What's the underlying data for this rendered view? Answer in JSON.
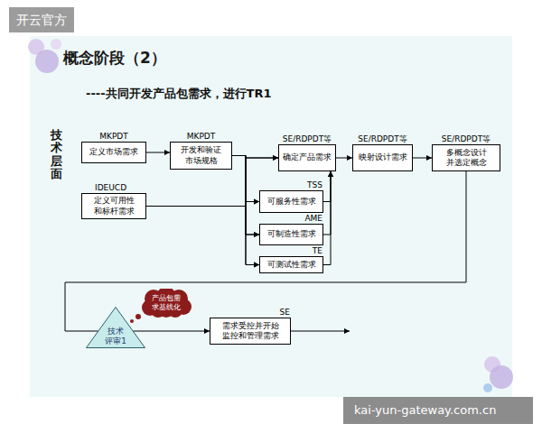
{
  "diagram": {
    "title": "概念阶段（2）",
    "nodes": [
      {
        "text": [
          "MKPDT",
          "定义市场需求"
        ]
      },
      {
        "text": [
          "MKPDT",
          "开发和验证 市场规格"
        ]
      },
      {
        "text": [
          "IDEUCD",
          "定义可用性 和标杆需求"
        ]
      },
      {
        "text": [
          "SE/RDPDT等",
          "确定产品需求"
        ]
      },
      {
        "text": [
          "TSS",
          "可服务性需求"
        ]
      },
      {
        "text": [
          "AME",
          "可制造性需求"
        ]
      },
      {
        "text": [
          "TE",
          "可测试性需求"
        ]
      },
      {
        "text": [
          "SE/RDPDT等",
          "映射设计需求"
        ]
      },
      {
        "text": [
          "SE/RDPDT等",
          "多概念设计 并选定概念"
        ]
      },
      {
        "text": [
          "技术 评审1"
        ]
      },
      {
        "text": [
          "产品包需 求基线化"
        ]
      },
      {
        "text": [
          "SE",
          "需求受控并开始 监控和管理需求"
        ]
      }
    ],
    "edges": [
      {
        "from": 0,
        "to": 1,
        "arrow": "to"
      },
      {
        "from": 1,
        "to": 3,
        "arrow": "to"
      },
      {
        "from": 1,
        "to": 4,
        "arrow": "to"
      },
      {
        "from": 1,
        "to": 5,
        "arrow": "to"
      },
      {
        "from": 1,
        "to": 6,
        "arrow": "to"
      },
      {
        "from": 2,
        "to": 3,
        "arrow": "to"
      },
      {
        "from": 2,
        "to": 4,
        "arrow": "to"
      },
      {
        "from": 2,
        "to": 5,
        "arrow": "to"
      },
      {
        "from": 2,
        "to": 6,
        "arrow": "to"
      },
      {
        "from": 4,
        "to": 3,
        "arrow": "to"
      },
      {
        "from": 5,
        "to": 3,
        "arrow": "to"
      },
      {
        "from": 6,
        "to": 3,
        "arrow": "to"
      },
      {
        "from": 3,
        "to": 7,
        "arrow": "to"
      },
      {
        "from": 7,
        "to": 8,
        "arrow": "to"
      },
      {
        "from": 8,
        "to": 9,
        "arrow": "none"
      },
      {
        "from": 9,
        "to": 11,
        "arrow": "to"
      }
    ],
    "labels": [
      "----共同开发产品包需求，进行TR1",
      "技术层面",
      "开云官方",
      "kai-yun-gateway.com.cn"
    ]
  }
}
